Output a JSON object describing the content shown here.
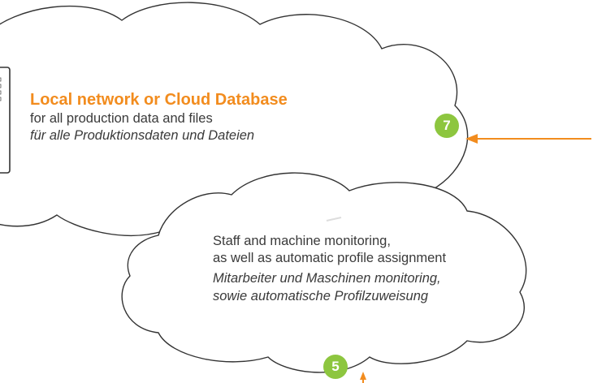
{
  "cloud_database": {
    "title": "Local network or Cloud Database",
    "line_en": "for all production data and files",
    "line_de": "für alle Produktionsdaten und Dateien",
    "step": "7"
  },
  "cloud_monitoring": {
    "line_en_1": "Staff and machine monitoring,",
    "line_en_2": "as well as automatic profile assignment",
    "line_de_1": "Mitarbeiter und Maschinen monitoring,",
    "line_de_2": "sowie automatische Profilzuweisung",
    "step": "5"
  },
  "colors": {
    "accent_orange": "#f28c1e",
    "badge_green": "#8dc63f",
    "outline": "#333333",
    "text": "#3a3a3a"
  },
  "icons": [
    "server-icon",
    "arrow-left-icon",
    "arrow-up-icon"
  ]
}
